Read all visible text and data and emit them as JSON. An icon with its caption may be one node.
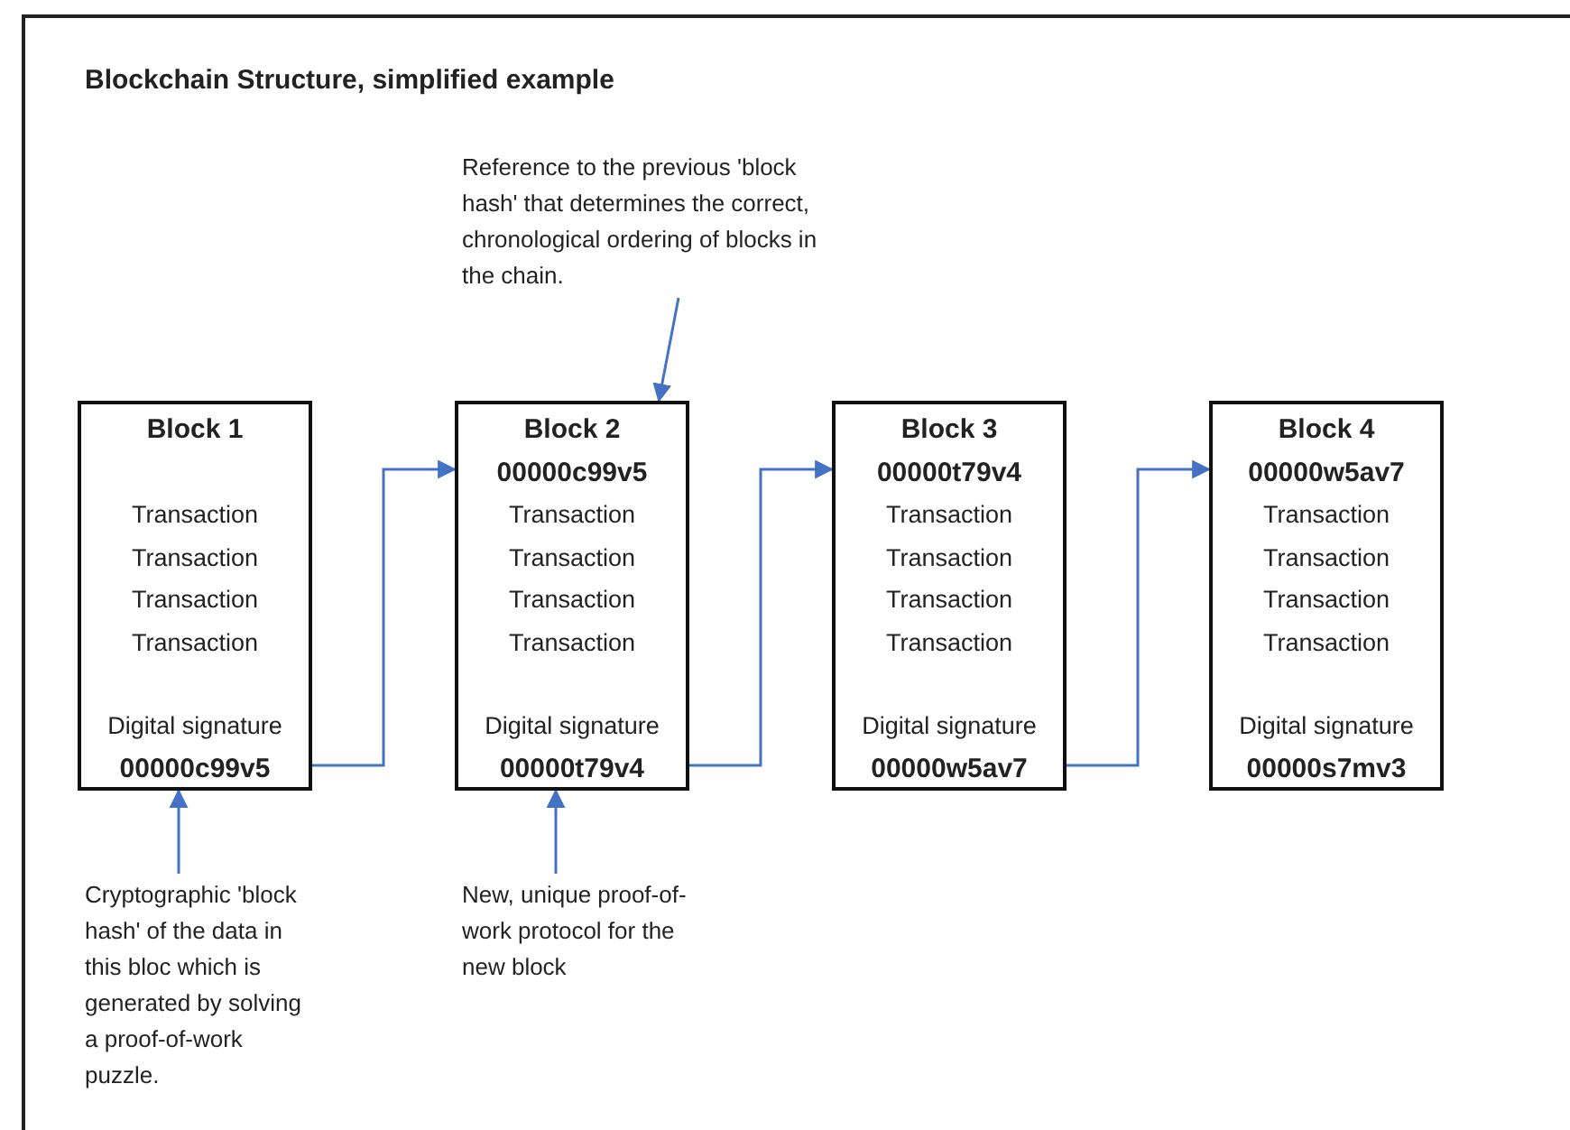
{
  "diagram": {
    "title": "Blockchain Structure, simplified example",
    "nodes": [
      {
        "text": [
          "Block 1",
          "Transaction",
          "Transaction",
          "Transaction",
          "Transaction",
          "Digital signature",
          "00000c99v5"
        ]
      },
      {
        "text": [
          "Block 2",
          "00000c99v5",
          "Transaction",
          "Transaction",
          "Transaction",
          "Transaction",
          "Digital signature",
          "00000t79v4"
        ]
      },
      {
        "text": [
          "Block 3",
          "00000t79v4",
          "Transaction",
          "Transaction",
          "Transaction",
          "Transaction",
          "Digital signature",
          "00000w5av7"
        ]
      },
      {
        "text": [
          "Block 4",
          "00000w5av7",
          "Transaction",
          "Transaction",
          "Transaction",
          "Transaction",
          "Digital signature",
          "00000s7mv3"
        ]
      },
      {
        "text": [
          "Reference to the previous 'block hash' that determines the correct, chronological ordering of blocks in the chain."
        ]
      },
      {
        "text": [
          "Cryptographic 'block hash' of the data in this bloc which is generated by solving a proof-of-work puzzle."
        ]
      },
      {
        "text": [
          "New, unique proof-of-work protocol for the new block"
        ]
      }
    ],
    "edges": [
      {
        "from": 0,
        "to": 1,
        "arrow": "to"
      },
      {
        "from": 1,
        "to": 2,
        "arrow": "to"
      },
      {
        "from": 2,
        "to": 3,
        "arrow": "to"
      },
      {
        "from": 4,
        "to": 1,
        "arrow": "to"
      },
      {
        "from": 5,
        "to": 0,
        "arrow": "to"
      },
      {
        "from": 6,
        "to": 1,
        "arrow": "to"
      }
    ]
  }
}
